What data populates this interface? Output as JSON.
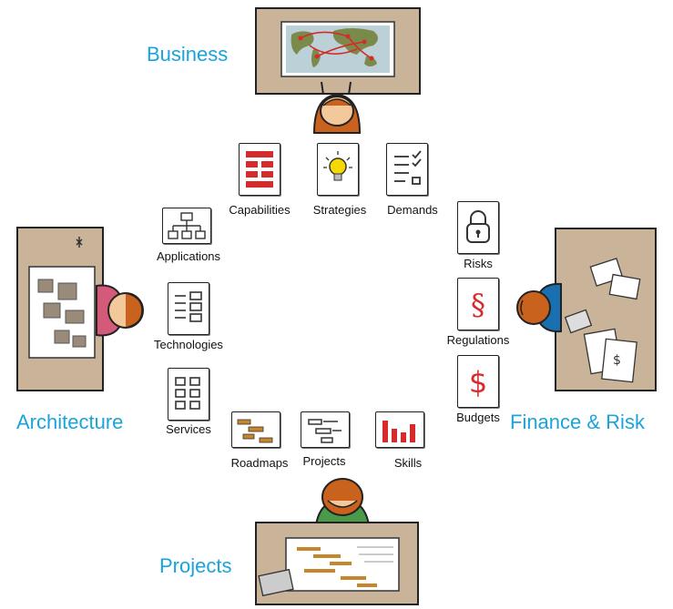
{
  "roles": {
    "business": "Business",
    "architecture": "Architecture",
    "finance": "Finance & Risk",
    "projects": "Projects"
  },
  "artifacts": {
    "capabilities": "Capabilities",
    "strategies": "Strategies",
    "demands": "Demands",
    "applications": "Applications",
    "technologies": "Technologies",
    "services": "Services",
    "roadmaps": "Roadmaps",
    "projects": "Projects",
    "skills": "Skills",
    "risks": "Risks",
    "regulations": "Regulations",
    "budgets": "Budgets"
  },
  "colors": {
    "role_label": "#1aa3dc",
    "desk": "#c9b49a",
    "accent_red": "#d62b2b",
    "hair": "#c8621c",
    "skin": "#f3c89a"
  },
  "icons": {
    "capabilities": "red-blocks-icon",
    "strategies": "lightbulb-icon",
    "demands": "checklist-icon",
    "applications": "org-chart-icon",
    "technologies": "list-icon",
    "services": "grid-icon",
    "roadmaps": "gantt-icon",
    "projects": "timeline-icon",
    "skills": "bar-chart-icon",
    "risks": "padlock-icon",
    "regulations": "paragraph-icon",
    "budgets": "dollar-icon"
  }
}
